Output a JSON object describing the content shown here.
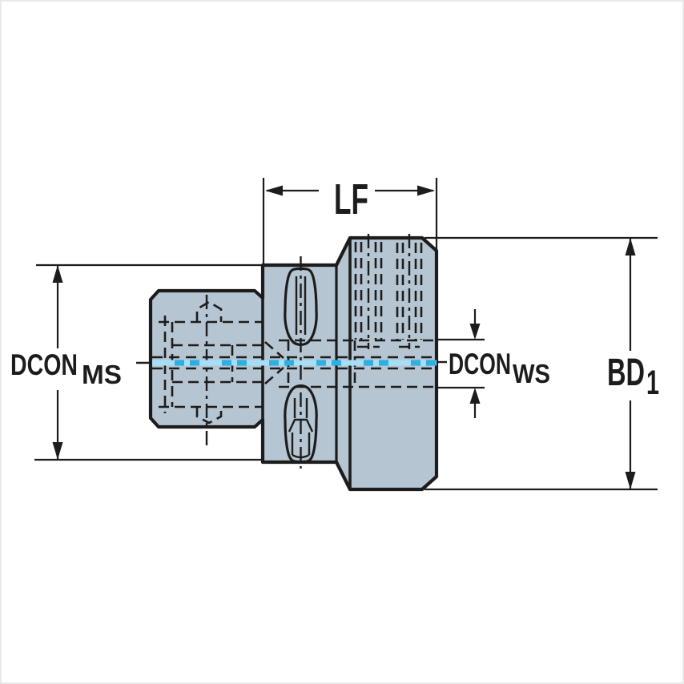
{
  "diagram": {
    "dimensions": {
      "lf": {
        "label": "LF"
      },
      "dcon_ms": {
        "label": "DCON",
        "subscript": "MS"
      },
      "dcon_ws": {
        "label": "DCON",
        "subscript": "WS"
      },
      "bd1": {
        "label": "BD",
        "subscript": "1"
      }
    },
    "colors": {
      "body_fill": "#b6c5d2",
      "line_color": "#1c1c1c",
      "centerline_color": "#2ab0e3",
      "centerline_highlight": "#a5def5",
      "background": "#ffffff",
      "frame_border": "#e9e9e9"
    }
  }
}
